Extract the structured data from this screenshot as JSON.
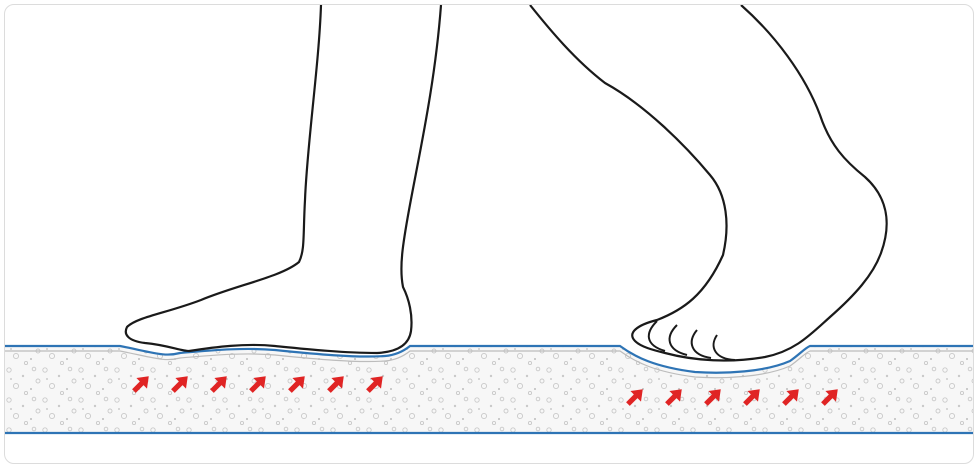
{
  "diagram": {
    "description_visible_text": "",
    "colors": {
      "outline": "#1a1a1a",
      "foam_surface": "#2e74b5",
      "foam_fill": "#f7f7f7",
      "foam_particles": "#c9c9c9",
      "pressure_arrow": "#e02424",
      "card_border": "#dcdcdc"
    },
    "icons": {
      "pressure_arrow": "arrow-up-right-icon"
    },
    "pressure_groups": [
      {
        "name": "left-foot-pressure",
        "count": 7
      },
      {
        "name": "right-foot-pressure",
        "count": 6
      }
    ]
  }
}
